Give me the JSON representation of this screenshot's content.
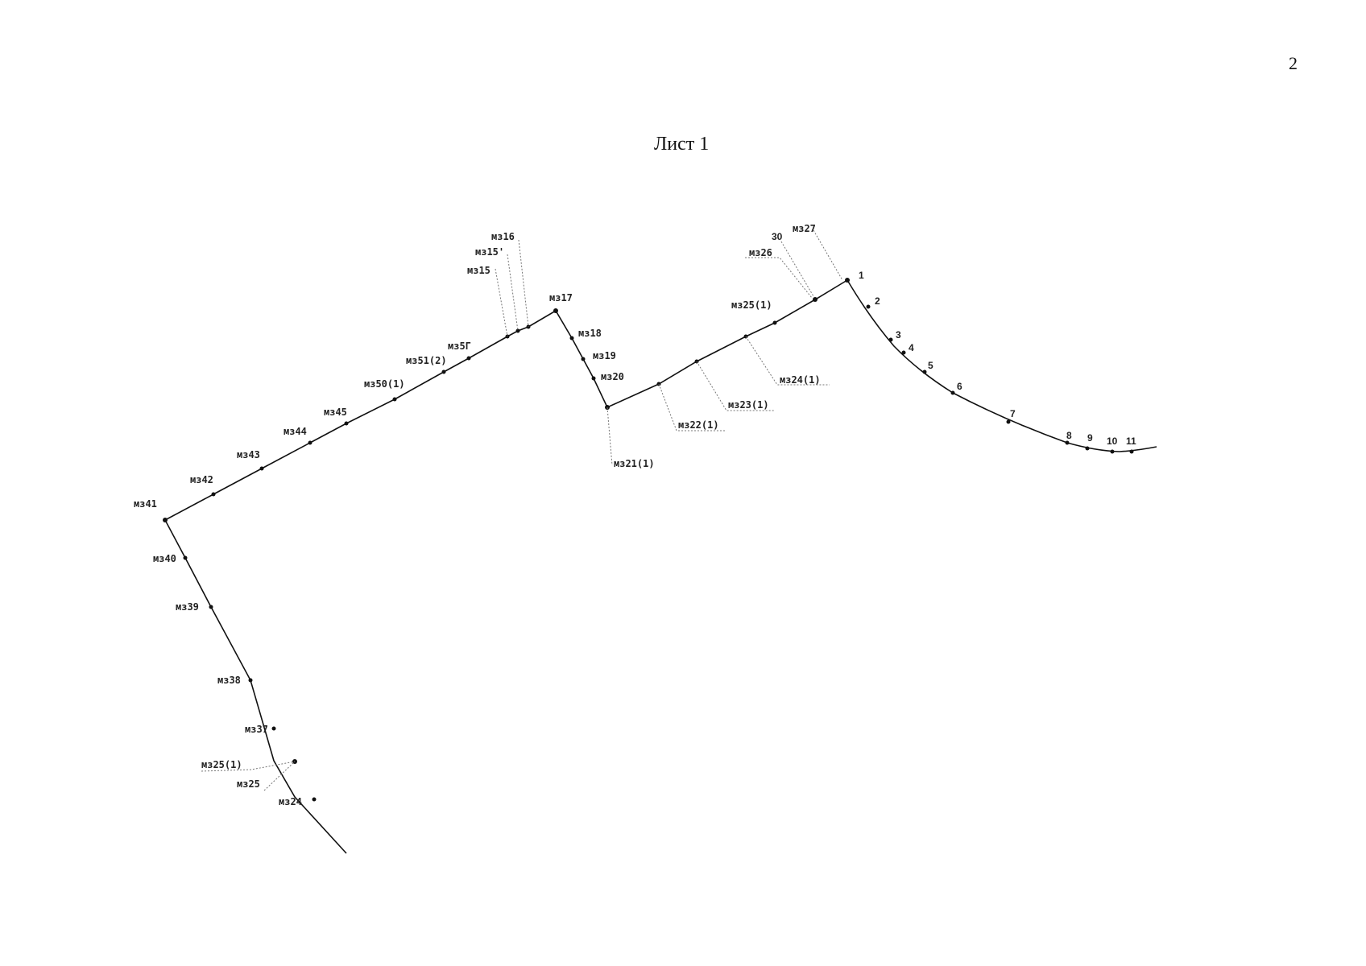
{
  "page": {
    "number": "2",
    "sheet_title": "Лист 1"
  },
  "labels": {
    "mz41": "мз41",
    "mz40": "мз40",
    "mz39": "мз39",
    "mz38": "мз38",
    "mz37": "мз37",
    "mz25_1_low": "мз25(1)",
    "mz25": "мз25",
    "mz24": "мз24",
    "mz42": "мз42",
    "mz43": "мз43",
    "mz44": "мз44",
    "mz45": "мз45",
    "mz50_1": "мз50(1)",
    "mz51_2": "мз51(2)",
    "mz5g": "мз5Г",
    "mz15": "мз15",
    "mz15p": "мз15'",
    "mz16": "мз16",
    "mz17": "мз17",
    "mz18": "мз18",
    "mz19": "мз19",
    "mz20": "мз20",
    "mz21_1": "мз21(1)",
    "mz22_1": "мз22(1)",
    "mz23_1": "мз23(1)",
    "mz24_1": "мз24(1)",
    "mz25_1_up": "мз25(1)",
    "mz26": "мз26",
    "mz27": "мз27",
    "n30": "30",
    "n1": "1",
    "n2": "2",
    "n3": "3",
    "n4": "4",
    "n5": "5",
    "n6": "6",
    "n7": "7",
    "n8": "8",
    "n9": "9",
    "n10": "10",
    "n11": "11"
  }
}
